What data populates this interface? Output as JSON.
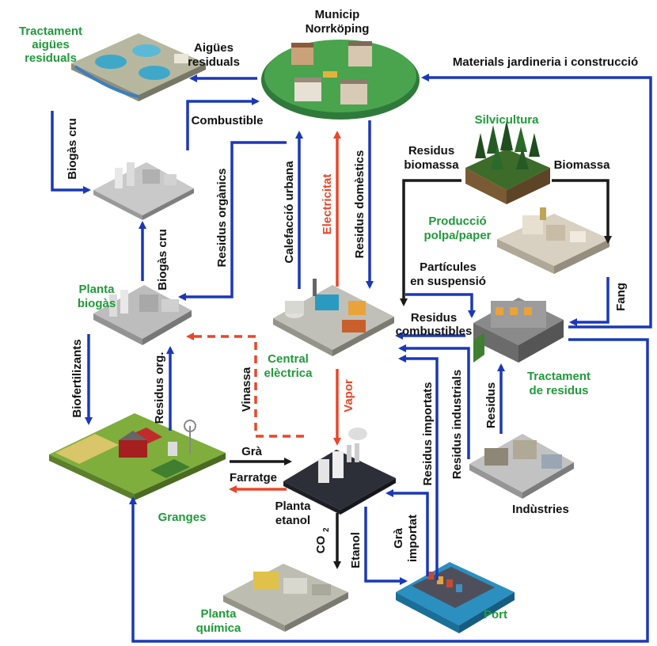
{
  "colors": {
    "blue": "#1b38b6",
    "red": "#e8472a",
    "black": "#1a1a1a",
    "green": "#1f9a3a"
  },
  "nodes": {
    "municipi": [
      "Municip",
      "Norrköping"
    ],
    "tractament_aigues": [
      "Tractament",
      "aigües",
      "residuals"
    ],
    "silvicultura": "Silvicultura",
    "produccio_polpa": [
      "Producció",
      "polpa/paper"
    ],
    "planta_biogas": [
      "Planta",
      "biogàs"
    ],
    "central_electrica": [
      "Central",
      "elèctrica"
    ],
    "tractament_residus": [
      "Tractament",
      "de residus"
    ],
    "granges": "Granges",
    "planta_etanol": [
      "Planta",
      "etanol"
    ],
    "industries": "Indùstries",
    "planta_quimica": [
      "Planta",
      "química"
    ],
    "port": "Port"
  },
  "flows": {
    "aigues_residuals": [
      "Aigües",
      "residuals"
    ],
    "materials_jardineria": "Materials jardineria  i construcció",
    "combustible": "Combustible",
    "biogas_cru_1": "Biogàs cru",
    "biogas_cru_2": "Biogàs cru",
    "residus_organics": "Residus  orgànics",
    "calefaccio_urbana": "Calefacció urbana",
    "electricitat": "Electricitat",
    "residus_domestics": "Residus domèstics",
    "residus_biomassa": [
      "Residus",
      "biomassa"
    ],
    "biomassa": "Biomassa",
    "particules": [
      "Partícules",
      "en suspensió"
    ],
    "fang": "Fang",
    "residus_combustibles": [
      "Residus",
      "combustibles"
    ],
    "biofertilizants": "Biofertilizants",
    "residus_org": "Residus org.",
    "vinassa": "Vinassa",
    "vapor": "Vapor",
    "residus_importats": "Residus  importats",
    "residus_industrials": "Residus  industrials",
    "residus": "Residus",
    "gra": "Grà",
    "farratge": "Farratge",
    "co2": "CO",
    "co2_sub": "2",
    "etanol": "Etanol",
    "gra_importat": [
      "Grà",
      "importat"
    ]
  }
}
